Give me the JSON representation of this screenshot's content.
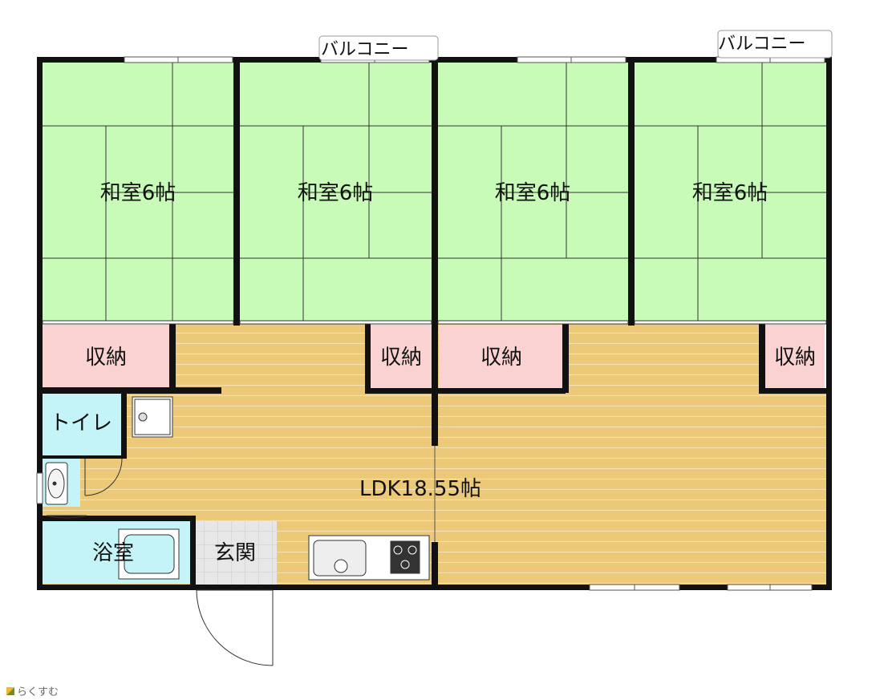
{
  "rooms": {
    "washitsu1": "和室6帖",
    "washitsu2": "和室6帖",
    "washitsu3": "和室6帖",
    "washitsu4": "和室6帖",
    "storage1": "収納",
    "storage2": "収納",
    "storage3": "収納",
    "storage4": "収納",
    "toilet": "トイレ",
    "bath": "浴室",
    "entrance": "玄関",
    "ldk": "LDK18.55帖"
  },
  "balconies": [
    "バルコニー",
    "バルコニー"
  ],
  "brand": "らくすむ",
  "colors": {
    "tatami": "#c8fbb8",
    "storage": "#fbd2d2",
    "ldk_floor": "#ecc978",
    "wet_area": "#c4f4f8",
    "entrance_tile": "#e7e7e7",
    "wall": "#111111"
  }
}
